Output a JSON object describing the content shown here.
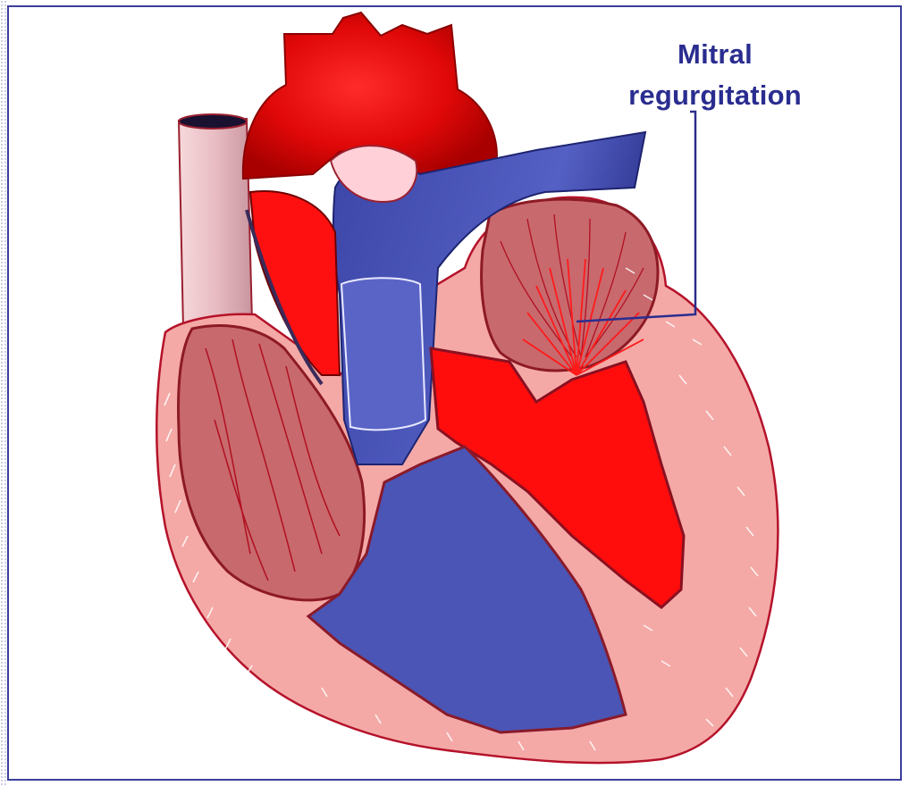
{
  "annotation": {
    "line1": "Mitral",
    "line2": "regurgitation"
  },
  "colors": {
    "oxygenated_blood": "#ff1a1a",
    "aorta": "#d60000",
    "deoxygenated_blood": "#4a55b5",
    "myocardium": "#f4a9a6",
    "outline": "#b5122a",
    "label": "#2a2d8f",
    "frame": "#3b3f9c"
  },
  "icons": [
    "heart-cross-section-illustration"
  ]
}
